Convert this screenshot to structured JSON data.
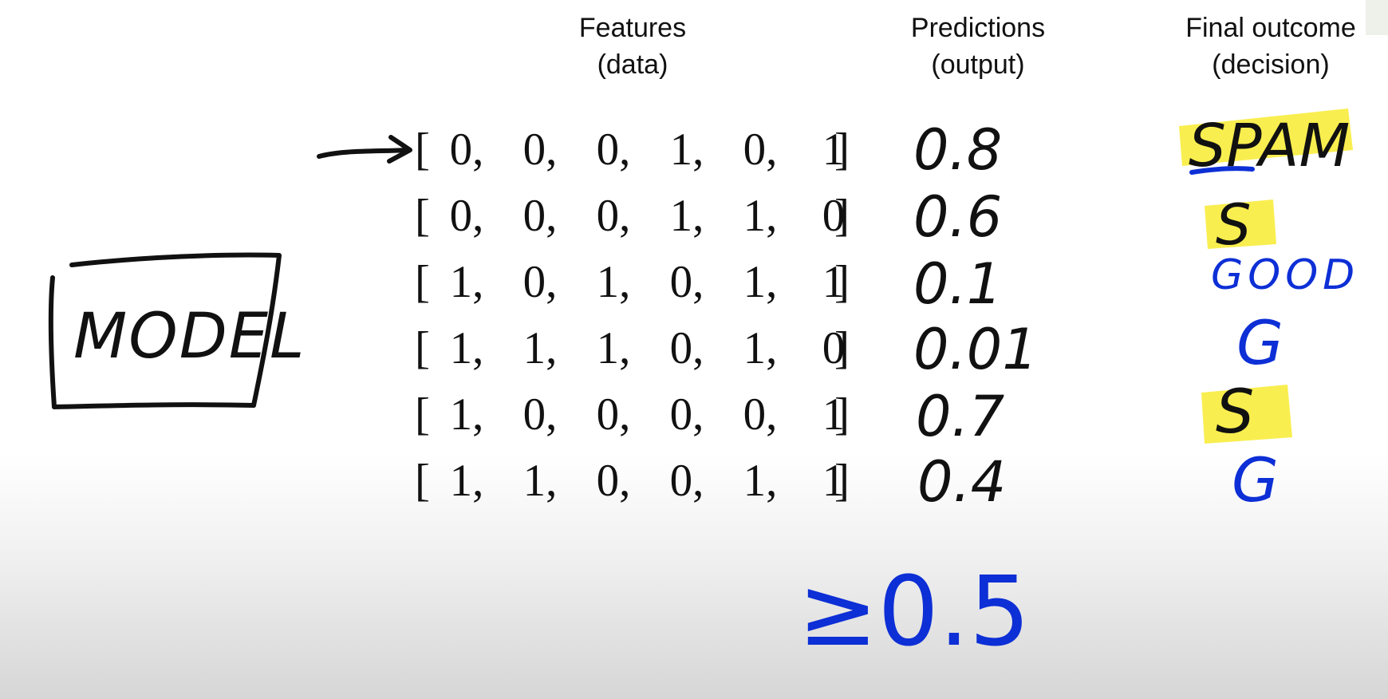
{
  "headers": {
    "features": [
      "Features",
      "(data)"
    ],
    "predictions": [
      "Predictions",
      "(output)"
    ],
    "outcome": [
      "Final outcome",
      "(decision)"
    ]
  },
  "rows": [
    {
      "features": [
        "0",
        "0",
        "0",
        "1",
        "0",
        "1"
      ],
      "prediction": "0.8",
      "decision": "SPAM"
    },
    {
      "features": [
        "0",
        "0",
        "0",
        "1",
        "1",
        "0"
      ],
      "prediction": "0.6",
      "decision": "S"
    },
    {
      "features": [
        "1",
        "0",
        "1",
        "0",
        "1",
        "1"
      ],
      "prediction": "0.1",
      "decision": "GOOD"
    },
    {
      "features": [
        "1",
        "1",
        "1",
        "0",
        "1",
        "0"
      ],
      "prediction": "0.01",
      "decision": "G"
    },
    {
      "features": [
        "1",
        "0",
        "0",
        "0",
        "0",
        "1"
      ],
      "prediction": "0.7",
      "decision": "S"
    },
    {
      "features": [
        "1",
        "1",
        "0",
        "0",
        "1",
        "1"
      ],
      "prediction": "0.4",
      "decision": "G"
    }
  ],
  "model_label": "MODEL",
  "threshold": "≥0.5",
  "colors": {
    "ink": "#111111",
    "blue_ink": "#0d2fd6",
    "highlight": "#f8ec3c"
  }
}
